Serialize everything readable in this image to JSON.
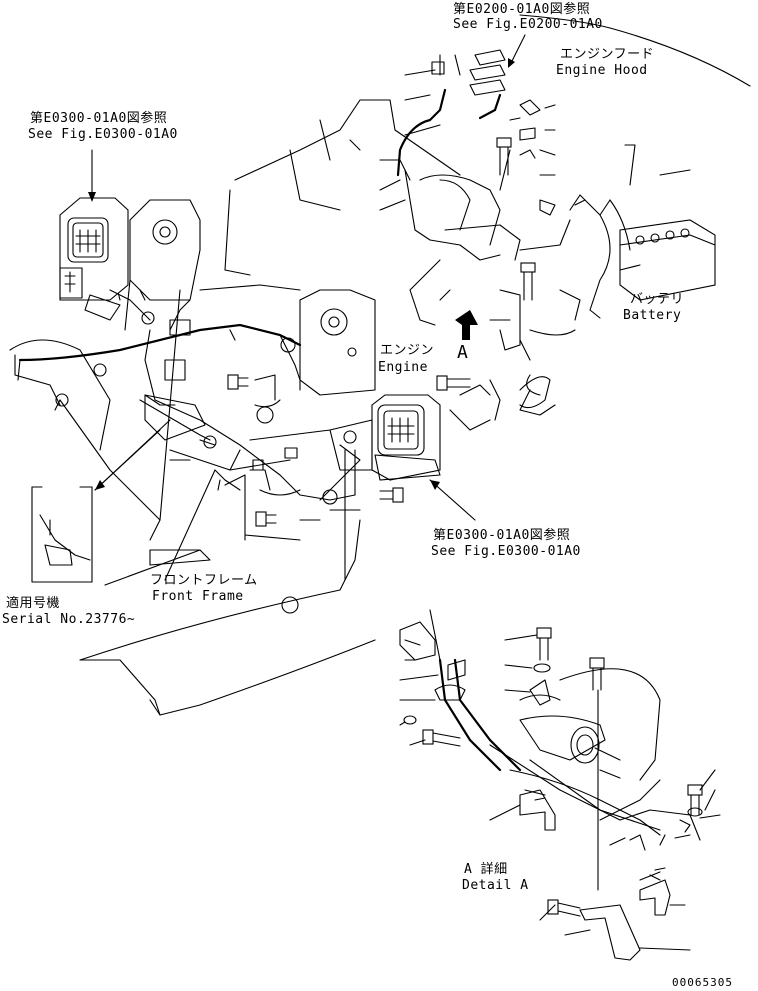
{
  "callouts": {
    "fig_e0200": {
      "jp": "第E0200-01A0図参照",
      "en": "See Fig.E0200-01A0"
    },
    "fig_e0300_left": {
      "jp": "第E0300-01A0図参照",
      "en": "See Fig.E0300-01A0"
    },
    "fig_e0300_right": {
      "jp": "第E0300-01A0図参照",
      "en": "See Fig.E0300-01A0"
    },
    "engine_hood": {
      "jp": "エンジンフード",
      "en": "Engine Hood"
    },
    "battery": {
      "jp": "バッテリ",
      "en": "Battery"
    },
    "engine": {
      "jp": "エンジン",
      "en": "Engine"
    },
    "view_a": "A",
    "front_frame": {
      "jp": "フロントフレーム",
      "en": "Front Frame"
    },
    "serial": {
      "jp": "適用号機",
      "en": "Serial No.23776~"
    },
    "detail_a": {
      "jp": "A 詳細",
      "en": "Detail A"
    }
  },
  "drawing_number": "00065305",
  "icons": [
    "view-arrow-icon",
    "work-lamp",
    "battery",
    "bolt",
    "washer",
    "clamp",
    "bracket",
    "wiring-harness"
  ]
}
